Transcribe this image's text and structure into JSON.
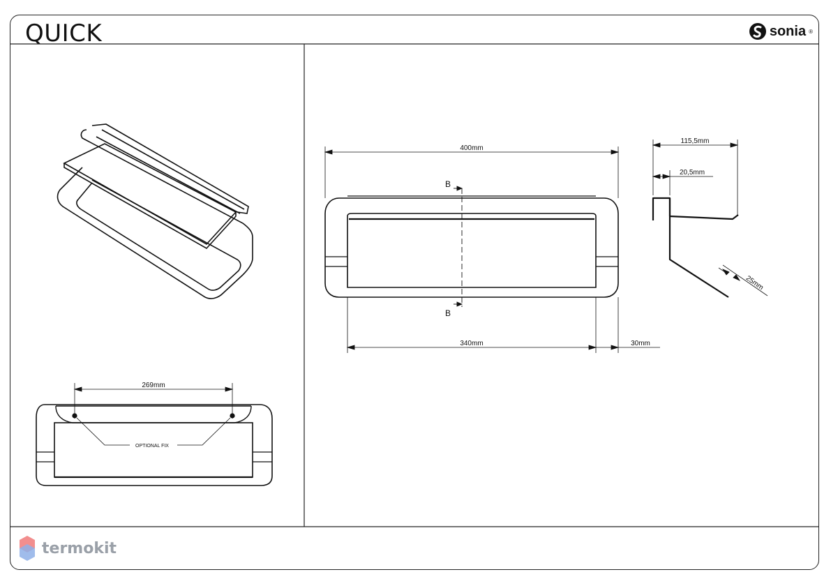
{
  "header": {
    "title": "QUICK",
    "brand": "sonia",
    "brand_mark": "®"
  },
  "dimensions": {
    "iso_width": "269mm",
    "optional_fix": "OPTIONAL FIX",
    "overall_width": "400mm",
    "inner_width": "340mm",
    "side_depth": "30mm",
    "total_depth": "115,5mm",
    "wall_offset": "20,5mm",
    "angle_leg": "25mm",
    "section_top": "B",
    "section_bottom": "B"
  },
  "watermark": {
    "text": "termokit"
  },
  "icons": {
    "brand_logo": "sonia-swirl-icon",
    "watermark_logo": "termokit-hex-icon"
  },
  "colors": {
    "line": "#111111",
    "frame": "#222222",
    "watermark": "#9aa0a8",
    "watermark_red": "#f07a7a",
    "watermark_blue": "#8fb0e8"
  }
}
